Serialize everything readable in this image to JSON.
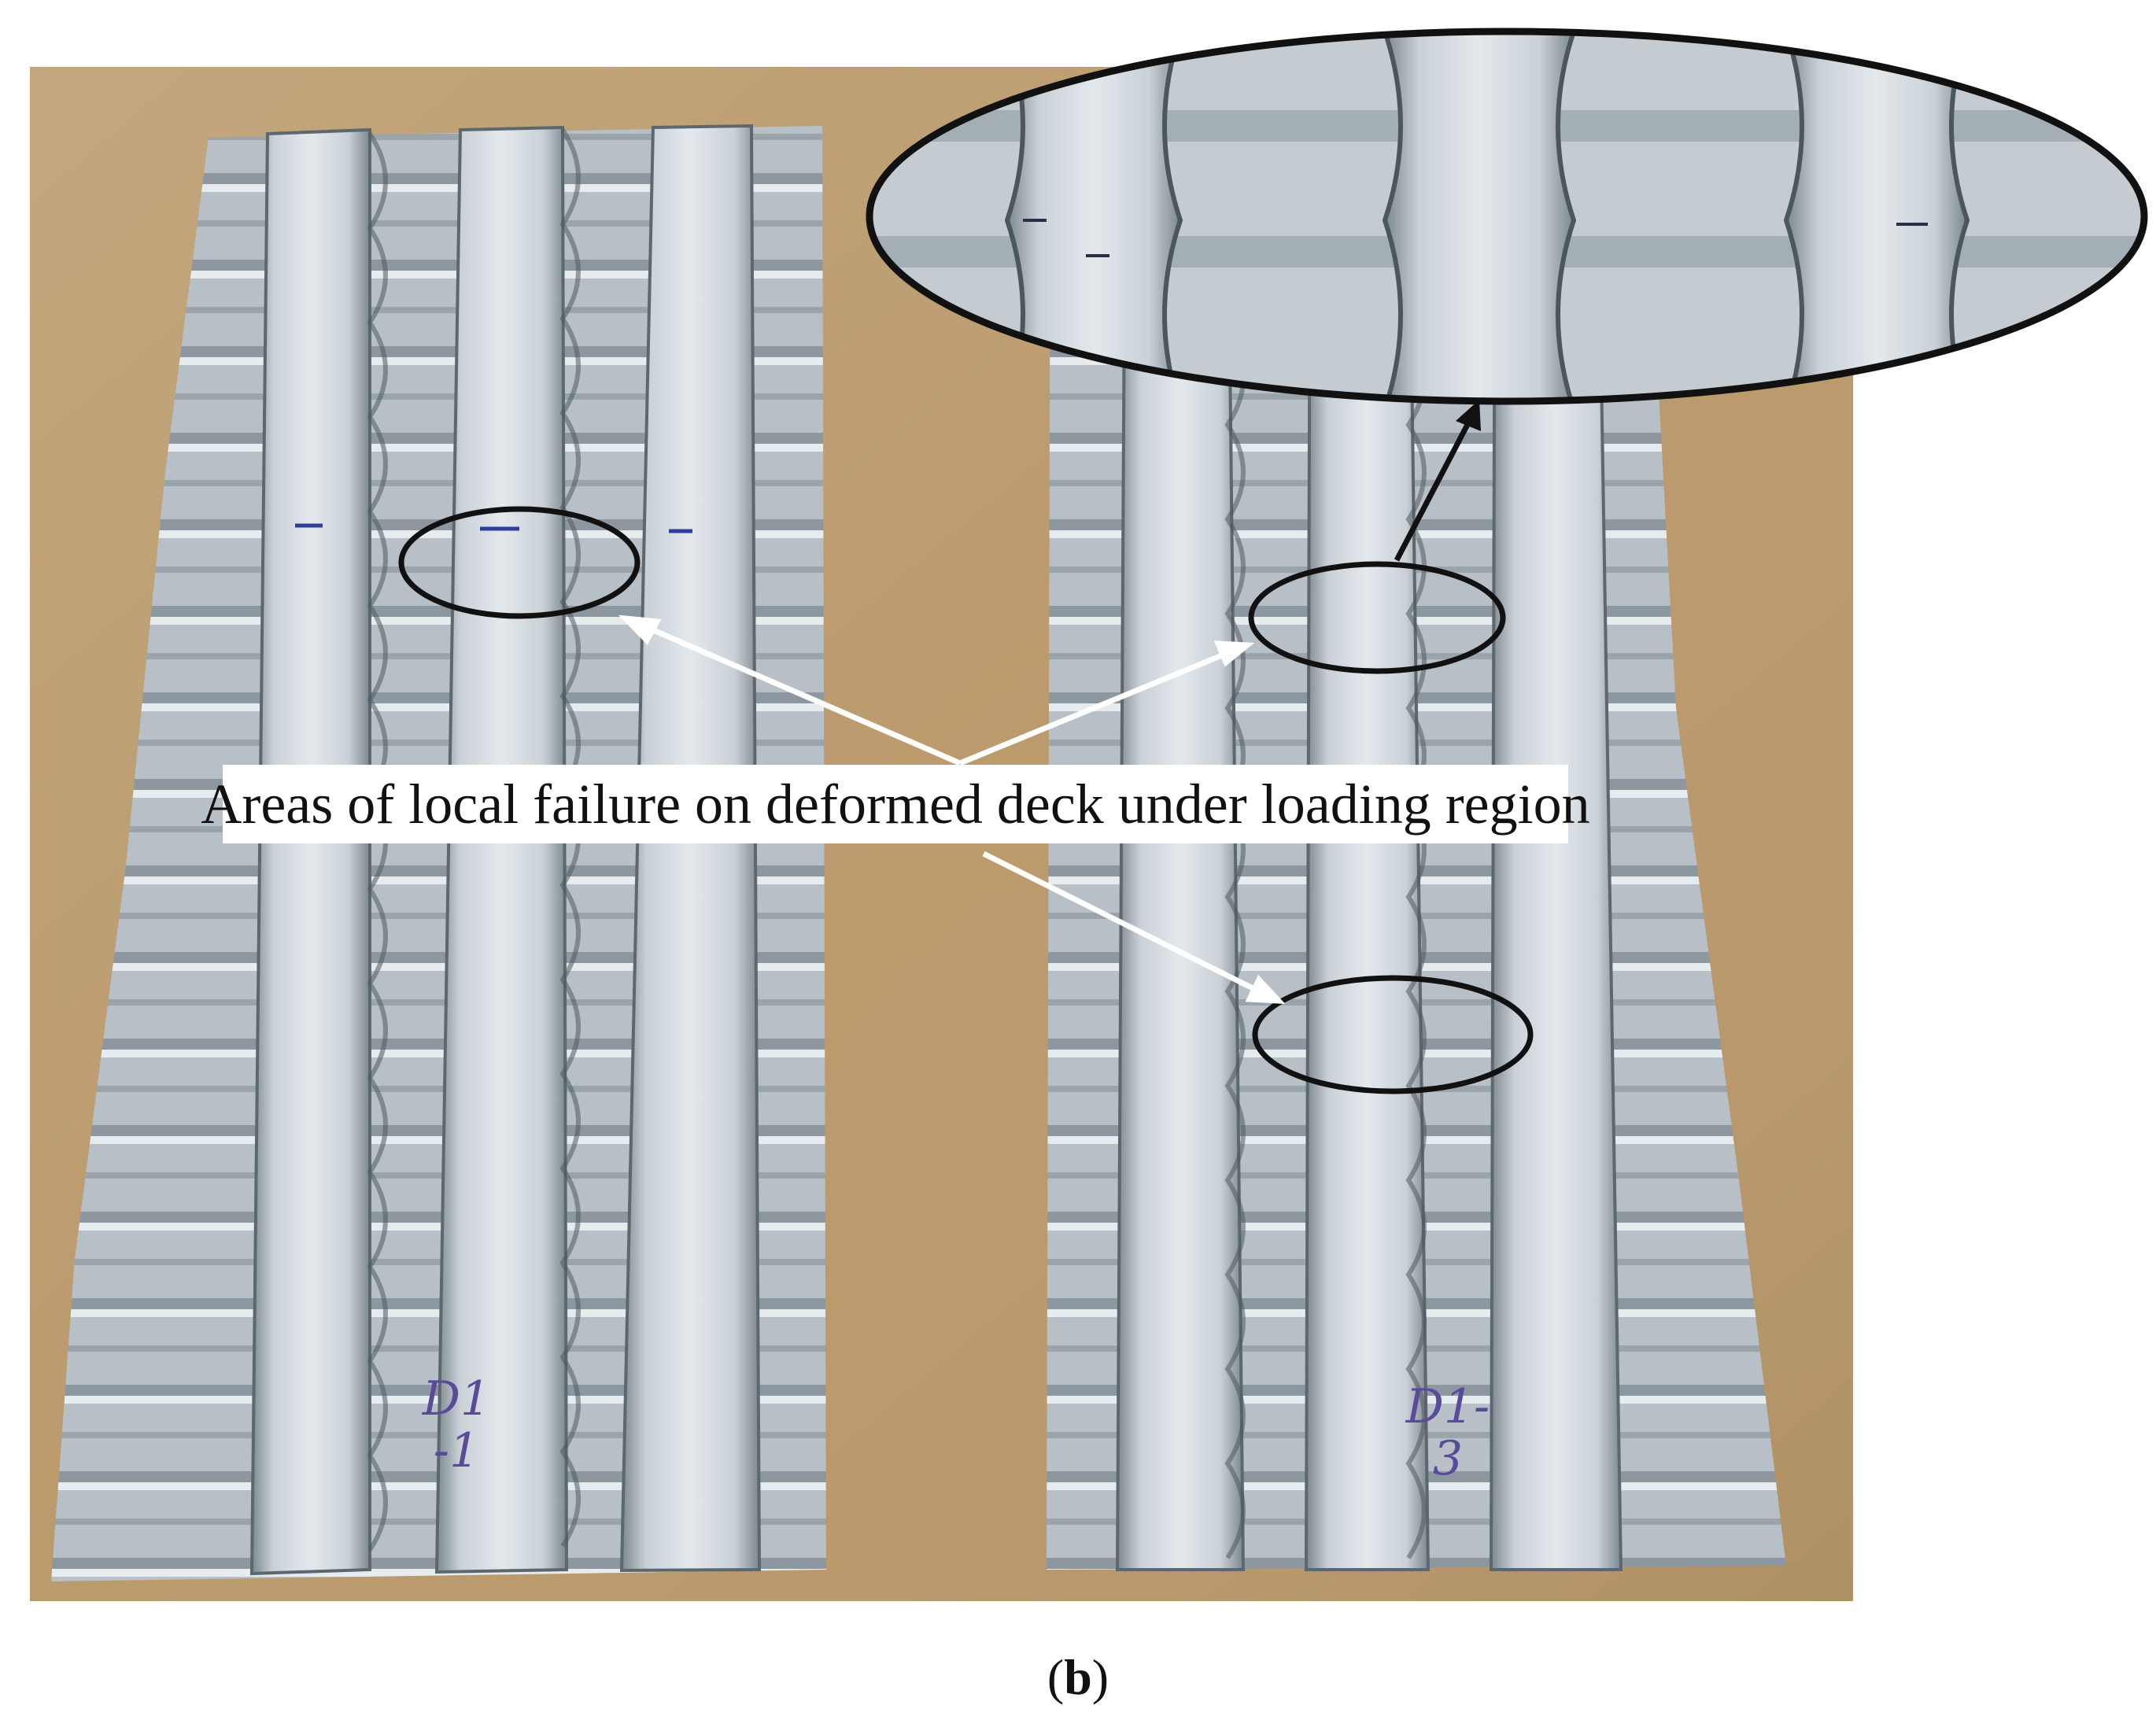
{
  "figure": {
    "callout_text": "Areas of local failure on deformed deck under loading region",
    "specimen_left_label": "D1-1",
    "specimen_left_lines": [
      "D1",
      "-1"
    ],
    "specimen_right_label": "D1-3",
    "specimen_right_lines": [
      "D1-",
      "3"
    ],
    "subfigure_open": "(",
    "subfigure_letter": "b",
    "subfigure_close": ")"
  },
  "colors": {
    "background_board": "#bb9a6c",
    "steel_light": "#d6dde2",
    "steel_mid": "#a9b3ba",
    "steel_dark": "#6f7a82",
    "ellipse_stroke": "#111111",
    "arrow_white": "#ffffff",
    "arrow_black": "#111111",
    "marker_blue": "#2e3f9a"
  }
}
